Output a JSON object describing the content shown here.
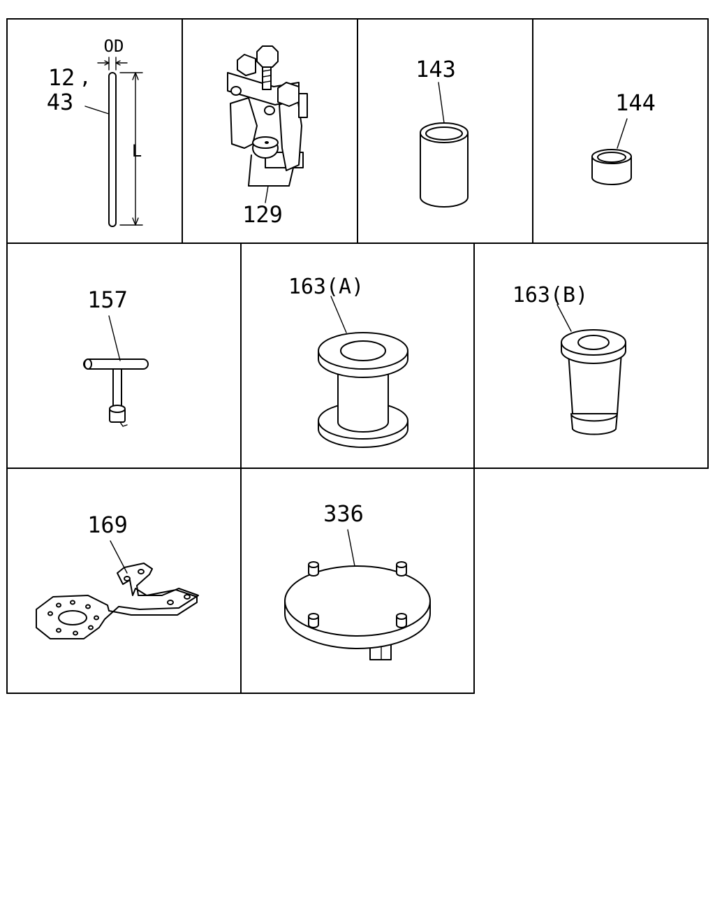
{
  "callouts": {
    "od": "OD",
    "l": "L",
    "p12": "12",
    "comma": ",",
    "p43": "43",
    "p129": "129",
    "p143": "143",
    "p144": "144",
    "p157": "157",
    "p163a": "163(A)",
    "p163b": "163(B)",
    "p169": "169",
    "p336": "336"
  }
}
